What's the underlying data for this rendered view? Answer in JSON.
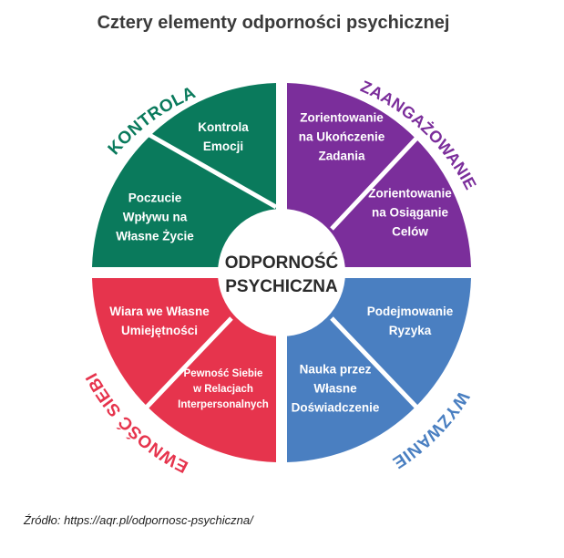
{
  "title": "Cztery elementy odporności psychicznej",
  "center": {
    "line1": "ODPORNOŚĆ",
    "line2": "PSYCHICZNA"
  },
  "quadrants": [
    {
      "id": "kontrola",
      "label": "KONTROLA",
      "color": "#0a7a5c",
      "segments": [
        {
          "lines": [
            "Kontrola",
            "Emocji"
          ]
        },
        {
          "lines": [
            "Poczucie",
            "Wpływu na",
            "Własne Życie"
          ]
        }
      ]
    },
    {
      "id": "zaangazowanie",
      "label": "ZAANGAŻOWANIE",
      "color": "#7b2e9b",
      "segments": [
        {
          "lines": [
            "Zorientowanie",
            "na Ukończenie",
            "Zadania"
          ]
        },
        {
          "lines": [
            "Zorientowanie",
            "na Osiąganie",
            "Celów"
          ]
        }
      ]
    },
    {
      "id": "wyzwanie",
      "label": "WYZWANIE",
      "color": "#4a7fc1",
      "segments": [
        {
          "lines": [
            "Podejmowanie",
            "Ryzyka"
          ]
        },
        {
          "lines": [
            "Nauka przez",
            "Własne",
            "Doświadczenie"
          ]
        }
      ]
    },
    {
      "id": "pewnosc-siebie",
      "label": "PEWNOŚĆ SIEBIE",
      "color": "#e6344d",
      "segments": [
        {
          "lines": [
            "Wiara we Własne",
            "Umiejętności"
          ]
        },
        {
          "lines": [
            "Pewność Siebie",
            "w Relacjach",
            "Interpersonalnych"
          ]
        }
      ]
    }
  ],
  "source": "Źródło: https://aqr.pl/odpornosc-psychiczna/"
}
